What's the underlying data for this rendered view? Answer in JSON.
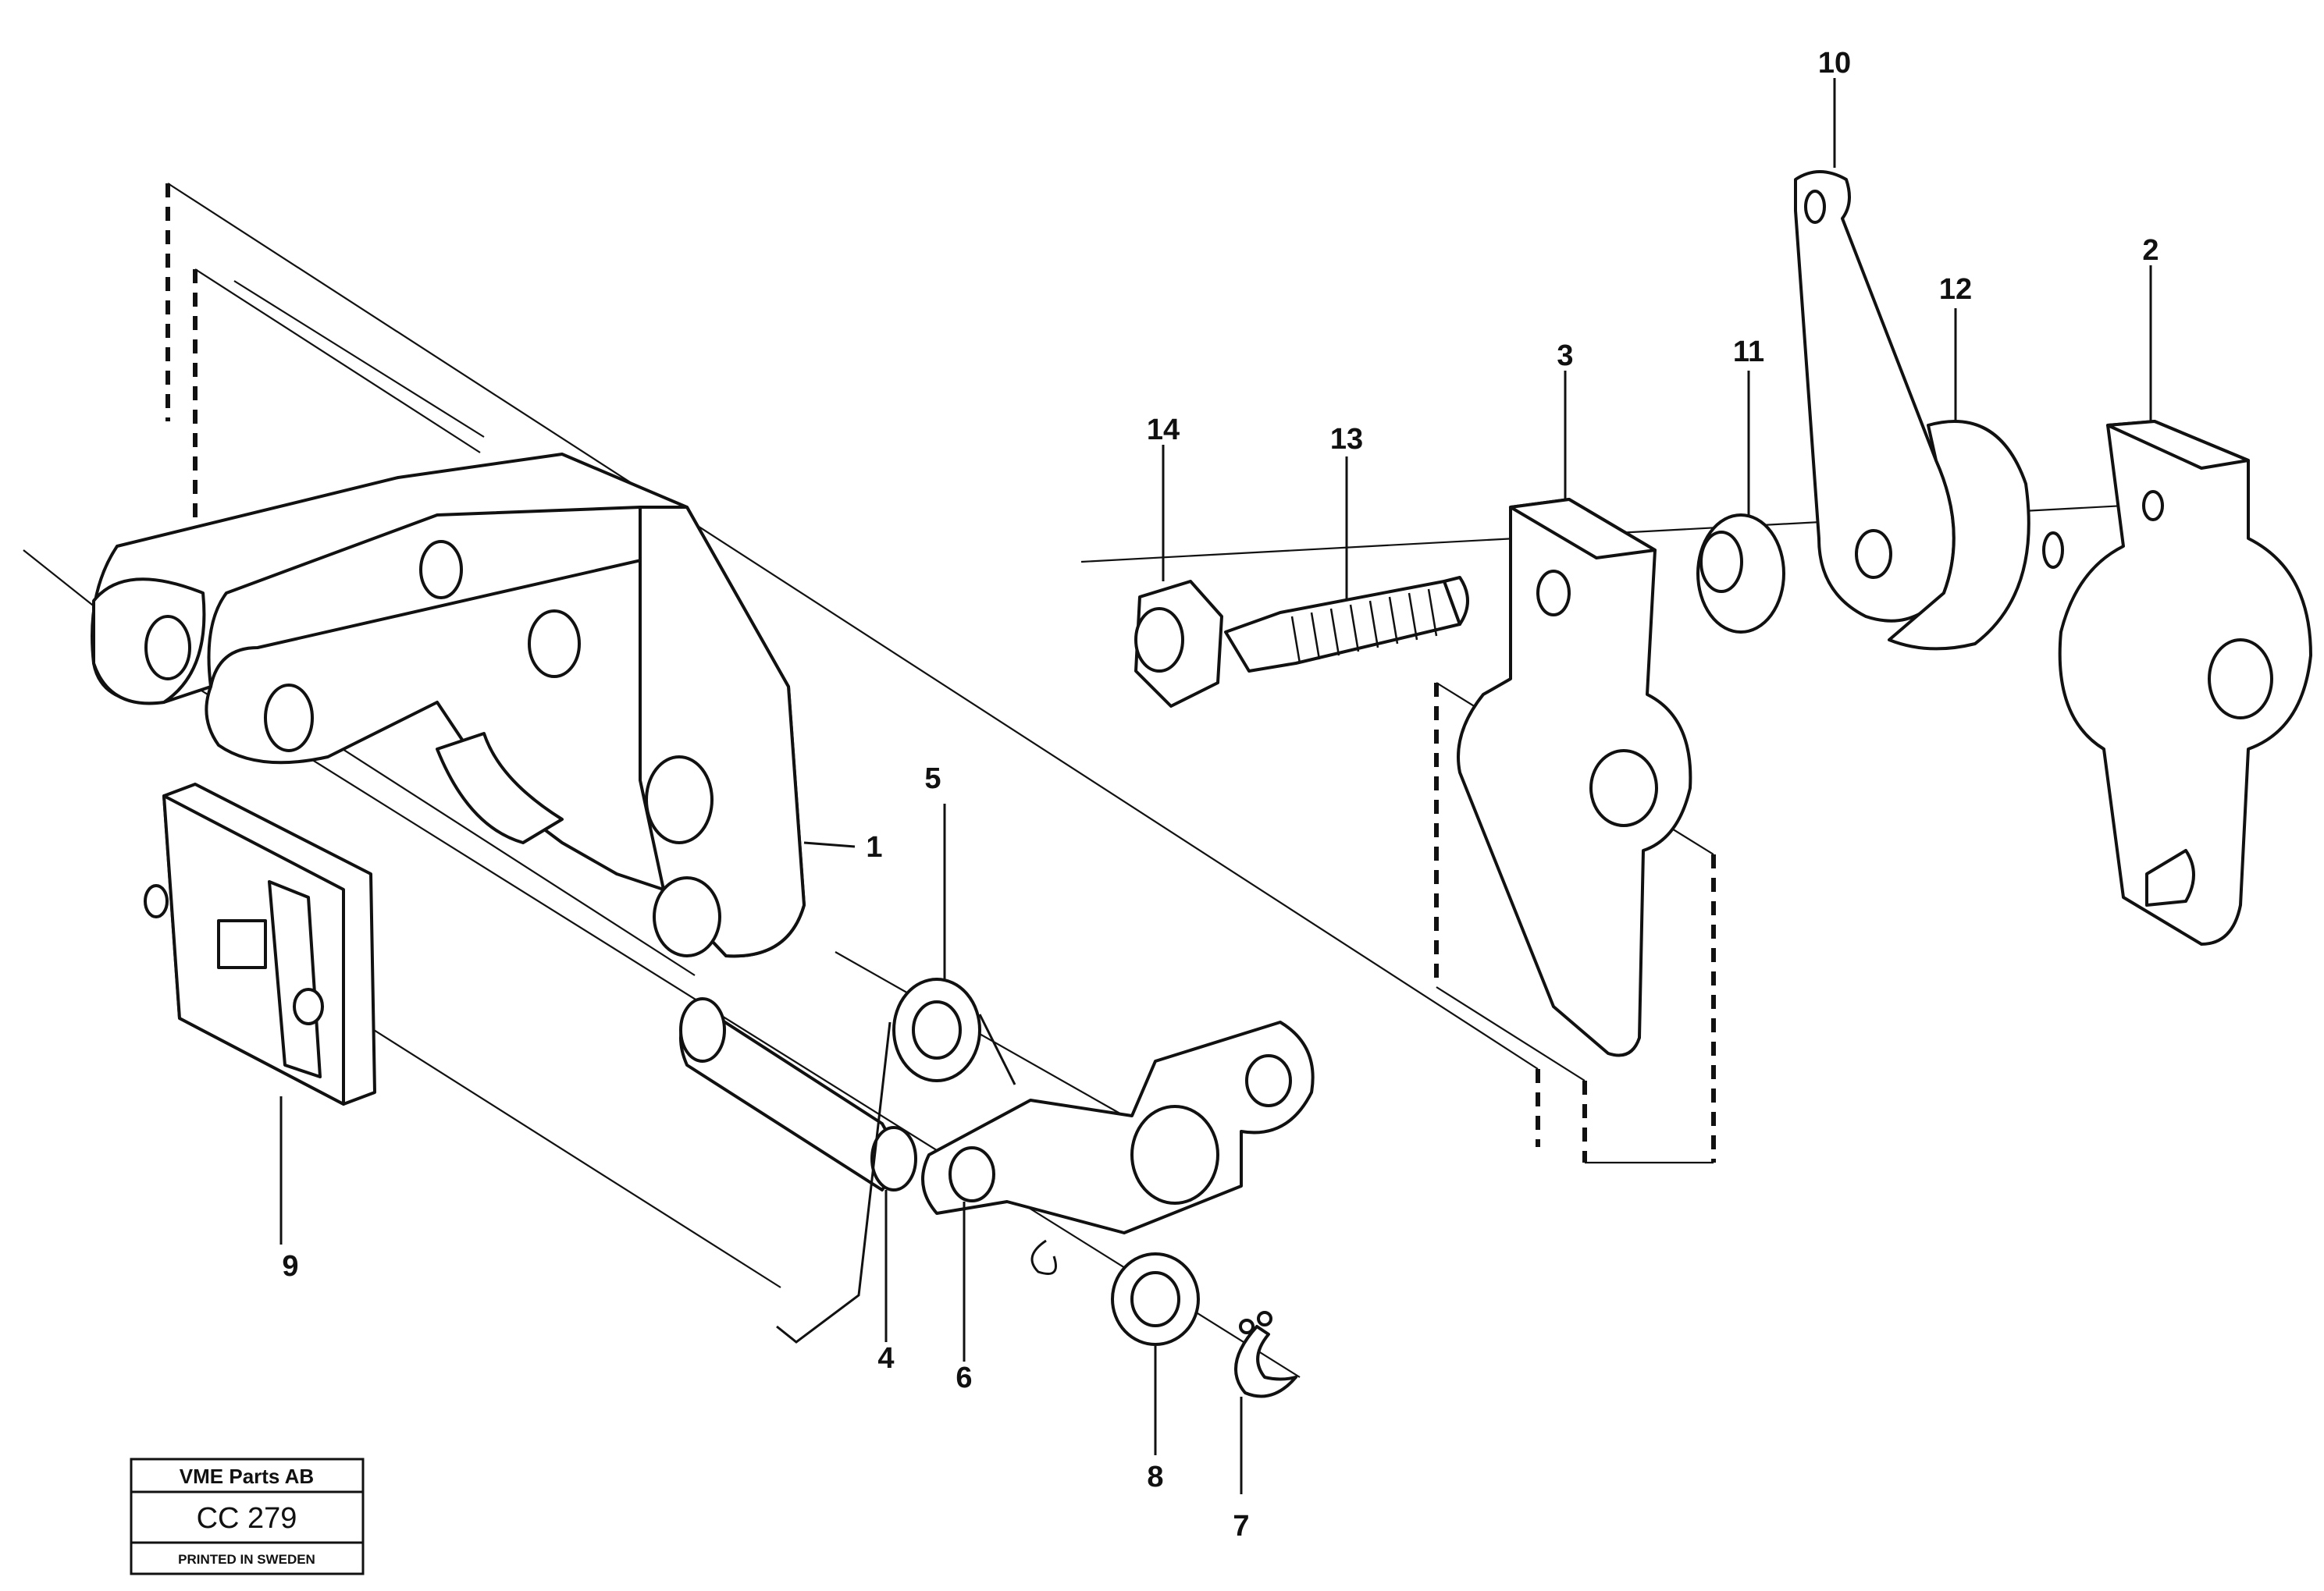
{
  "callouts": {
    "c1": "1",
    "c2": "2",
    "c3": "3",
    "c4": "4",
    "c5": "5",
    "c6": "6",
    "c7": "7",
    "c8": "8",
    "c9": "9",
    "c10": "10",
    "c11": "11",
    "c12": "12",
    "c13": "13",
    "c14": "14"
  },
  "stamp": {
    "company": "VME Parts AB",
    "code": "CC 279",
    "printed": "PRINTED IN SWEDEN"
  }
}
